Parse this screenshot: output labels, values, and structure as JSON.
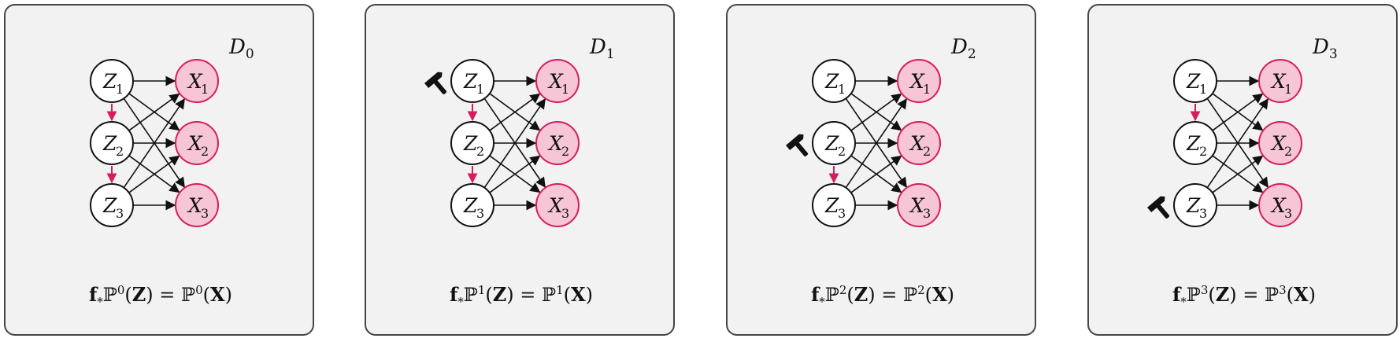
{
  "colors": {
    "panel_bg": "#f2f2f2",
    "panel_border": "#454545",
    "observed_fill": "#f7c6d6",
    "observed_stroke": "#d81b60",
    "latent_fill": "#ffffff",
    "latent_stroke": "#111111",
    "causal_edge": "#d81b60",
    "mixing_edge": "#111111"
  },
  "latent_nodes": [
    {
      "symbol": "Z",
      "sub": "1"
    },
    {
      "symbol": "Z",
      "sub": "2"
    },
    {
      "symbol": "Z",
      "sub": "3"
    }
  ],
  "observed_nodes": [
    {
      "symbol": "X",
      "sub": "1"
    },
    {
      "symbol": "X",
      "sub": "2"
    },
    {
      "symbol": "X",
      "sub": "3"
    }
  ],
  "panels": [
    {
      "domain_label": {
        "symbol": "D",
        "sub": "0"
      },
      "intervention_icon": "none",
      "intervened_node": null,
      "causal_edges": [
        [
          "Z1",
          "Z2"
        ],
        [
          "Z2",
          "Z3"
        ]
      ],
      "formula": {
        "f": "f",
        "star": "*",
        "P": "ℙ",
        "sup": "0",
        "Z": "Z",
        "eq": "=",
        "X": "X"
      }
    },
    {
      "domain_label": {
        "symbol": "D",
        "sub": "1"
      },
      "intervention_icon": "hammer-icon",
      "intervened_node": "Z1",
      "causal_edges": [
        [
          "Z1",
          "Z2"
        ],
        [
          "Z2",
          "Z3"
        ]
      ],
      "formula": {
        "f": "f",
        "star": "*",
        "P": "ℙ",
        "sup": "1",
        "Z": "Z",
        "eq": "=",
        "X": "X"
      }
    },
    {
      "domain_label": {
        "symbol": "D",
        "sub": "2"
      },
      "intervention_icon": "hammer-icon",
      "intervened_node": "Z2",
      "causal_edges": [
        [
          "Z2",
          "Z3"
        ]
      ],
      "formula": {
        "f": "f",
        "star": "*",
        "P": "ℙ",
        "sup": "2",
        "Z": "Z",
        "eq": "=",
        "X": "X"
      }
    },
    {
      "domain_label": {
        "symbol": "D",
        "sub": "3"
      },
      "intervention_icon": "hammer-icon",
      "intervened_node": "Z3",
      "causal_edges": [
        [
          "Z1",
          "Z2"
        ]
      ],
      "formula": {
        "f": "f",
        "star": "*",
        "P": "ℙ",
        "sup": "3",
        "Z": "Z",
        "eq": "=",
        "X": "X"
      }
    }
  ],
  "mixing_edges": "all Z_i to all X_j"
}
